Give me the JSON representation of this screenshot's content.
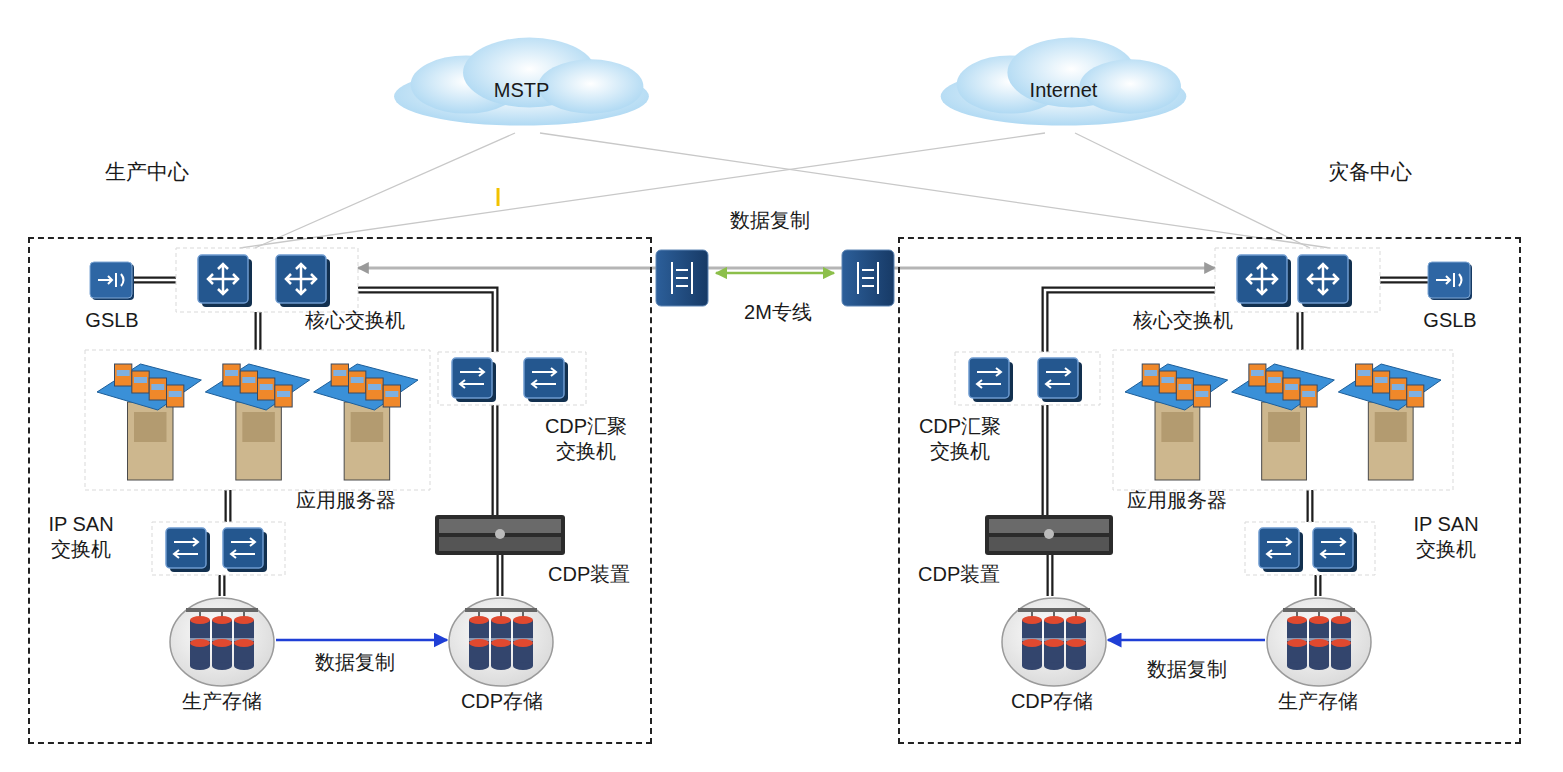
{
  "diagram": {
    "nodes": [
      {
        "text": [
          "MSTP"
        ]
      },
      {
        "text": [
          "Internet"
        ]
      },
      {
        "text": [
          "生产中心"
        ]
      },
      {
        "text": [
          "GSLB"
        ],
        "in": 2
      },
      {
        "text": [
          "核心交换机"
        ],
        "in": 2
      },
      {
        "text": [
          "应用服务器"
        ],
        "in": 2
      },
      {
        "text": [
          "IP SAN 交换机"
        ],
        "in": 2
      },
      {
        "text": [
          "生产存储"
        ],
        "in": 2
      },
      {
        "text": [
          "CDP汇聚 交换机"
        ],
        "in": 2
      },
      {
        "text": [
          "CDP装置"
        ],
        "in": 2
      },
      {
        "text": [
          "CDP存储"
        ],
        "in": 2
      },
      {
        "text": [
          "灾备中心"
        ]
      },
      {
        "text": [
          "GSLB"
        ],
        "in": 11
      },
      {
        "text": [
          "核心交换机"
        ],
        "in": 11
      },
      {
        "text": [
          "CDP汇聚 交换机"
        ],
        "in": 11
      },
      {
        "text": [
          "应用服务器"
        ],
        "in": 11
      },
      {
        "text": [
          "IP SAN 交换机"
        ],
        "in": 11
      },
      {
        "text": [
          "CDP装置"
        ],
        "in": 11
      },
      {
        "text": [
          "CDP存储"
        ],
        "in": 11
      },
      {
        "text": [
          "生产存储"
        ],
        "in": 11
      }
    ],
    "edges": [
      {
        "from": 0,
        "to": 4,
        "arrow": "none"
      },
      {
        "from": 0,
        "to": 13,
        "arrow": "none"
      },
      {
        "from": 1,
        "to": 4,
        "arrow": "none"
      },
      {
        "from": 1,
        "to": 13,
        "arrow": "none"
      },
      {
        "from": 3,
        "to": 4,
        "arrow": "none"
      },
      {
        "from": 4,
        "to": 5,
        "arrow": "none"
      },
      {
        "from": 5,
        "to": 6,
        "arrow": "none"
      },
      {
        "from": 6,
        "to": 7,
        "arrow": "none"
      },
      {
        "from": 4,
        "to": 8,
        "arrow": "none"
      },
      {
        "from": 8,
        "to": 9,
        "arrow": "none"
      },
      {
        "from": 9,
        "to": 10,
        "arrow": "none"
      },
      {
        "from": 7,
        "to": 10,
        "label": "数据复制",
        "arrow": "to"
      },
      {
        "from": 4,
        "to": 13,
        "label": "2M专线",
        "arrow": "both"
      },
      {
        "from": 12,
        "to": 13,
        "arrow": "none"
      },
      {
        "from": 13,
        "to": 14,
        "arrow": "none"
      },
      {
        "from": 13,
        "to": 15,
        "arrow": "none"
      },
      {
        "from": 15,
        "to": 16,
        "arrow": "none"
      },
      {
        "from": 16,
        "to": 19,
        "arrow": "none"
      },
      {
        "from": 14,
        "to": 17,
        "arrow": "none"
      },
      {
        "from": 17,
        "to": 18,
        "arrow": "none"
      },
      {
        "from": 19,
        "to": 18,
        "label": "数据复制",
        "arrow": "to"
      }
    ],
    "labels": [
      "数据复制"
    ]
  }
}
